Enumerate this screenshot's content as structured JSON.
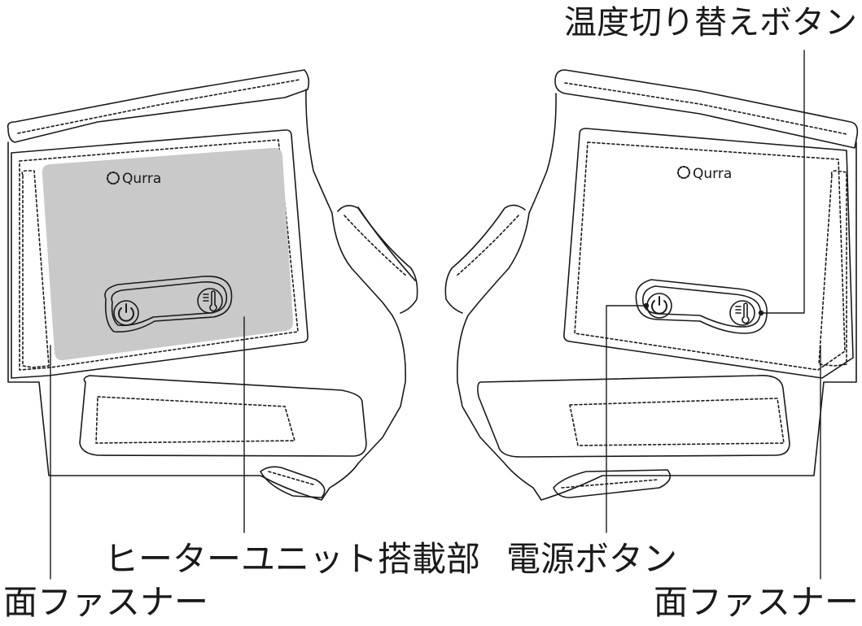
{
  "labels": {
    "temperature_switch": "温度切り替えボタン",
    "heater_unit": "ヒーターユニット搭載部",
    "power_button": "電源ボタン",
    "velcro_left": "面ファスナー",
    "velcro_right": "面ファスナー"
  },
  "brand": {
    "logo_left": "Qurra",
    "logo_right": "Qurra"
  },
  "colors": {
    "line": "#1a1a1a",
    "heater_fill": "#c9c9c9",
    "background": "#ffffff"
  }
}
